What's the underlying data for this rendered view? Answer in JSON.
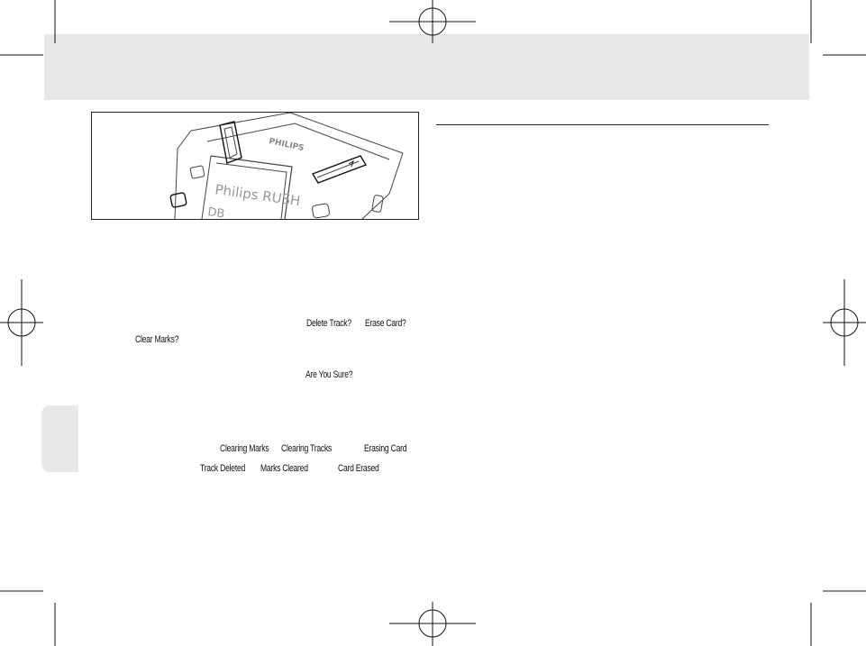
{
  "figure": {
    "brand": "PHILIPS",
    "screen_line_1": "Philips RUSH",
    "screen_line_2": "DB"
  },
  "lcd_messages": {
    "delete_track": "Delete Track?",
    "erase_card": "Erase Card?",
    "clear_marks": "Clear Marks?",
    "are_you_sure": "Are You Sure?",
    "clearing_marks": "Clearing Marks",
    "clearing_tracks": "Clearing Tracks",
    "erasing_card": "Erasing Card",
    "track_deleted": "Track Deleted",
    "marks_cleared": "Marks Cleared",
    "card_erased": "Card Erased"
  },
  "colors": {
    "band": "#e8e8e8",
    "ink": "#1a1a1a"
  }
}
